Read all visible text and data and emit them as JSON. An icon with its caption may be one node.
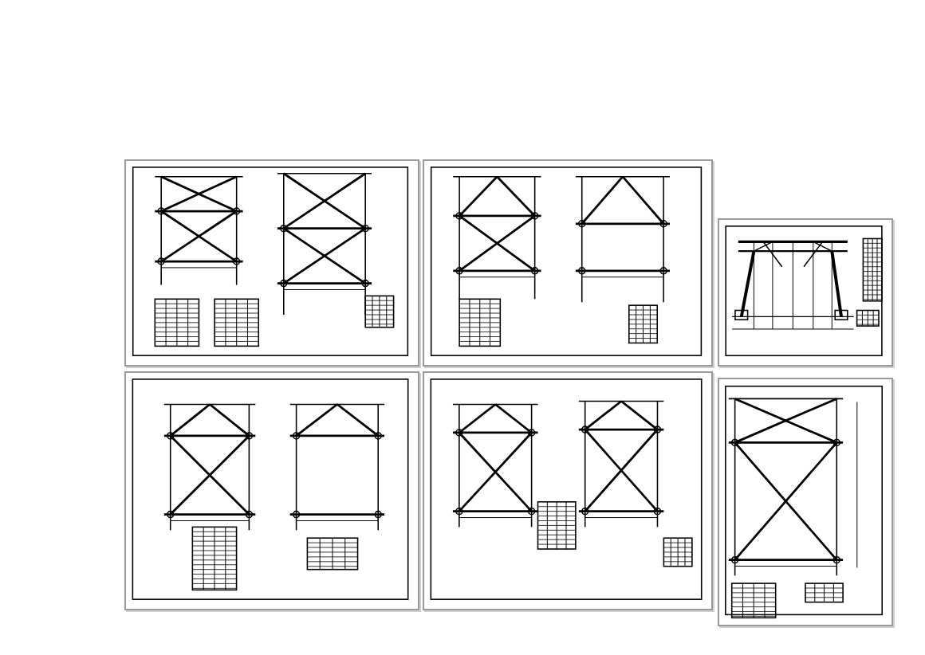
{
  "diagram": {
    "nodes": [
      {
        "text": [],
        "shape": "picture"
      },
      {
        "text": [],
        "shape": "picture"
      },
      {
        "text": [],
        "shape": "picture"
      },
      {
        "text": [],
        "shape": "picture"
      },
      {
        "text": [],
        "shape": "picture"
      },
      {
        "text": [],
        "shape": "picture"
      }
    ]
  }
}
